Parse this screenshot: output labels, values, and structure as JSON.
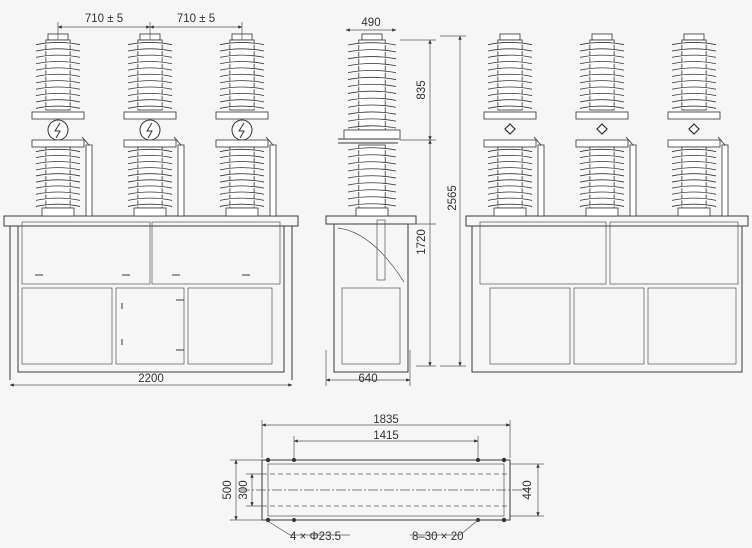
{
  "front_view": {
    "pole_spacing_left": "710 ± 5",
    "pole_spacing_right": "710 ± 5",
    "overall_width": "2200"
  },
  "side_view": {
    "top_width": "490",
    "insulator_height": "835",
    "cabinet_height": "1720",
    "total_height": "2565",
    "base_width": "640"
  },
  "base_plan": {
    "overall_length": "1835",
    "hole_spacing": "1415",
    "overall_depth": "500",
    "inner_spacing": "300",
    "slot_spacing": "440",
    "holes_note": "4 × Φ23.5",
    "slots_note": "8–30 × 20"
  }
}
